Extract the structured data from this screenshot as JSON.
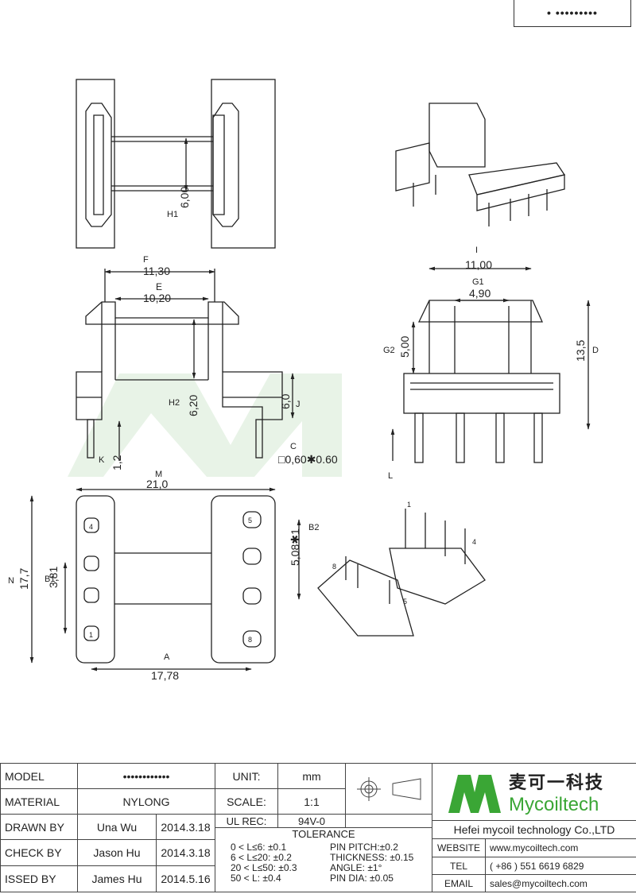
{
  "part_number": "• •••••••••",
  "drawing": {
    "dims": {
      "h1": "6,00",
      "h1_label": "H1",
      "f": "11,30",
      "f_label": "F",
      "e": "10,20",
      "e_label": "E",
      "h2": "6,20",
      "h2_label": "H2",
      "j": "6,0",
      "j_label": "J",
      "k": "1,2",
      "k_label": "K",
      "c": "□0,60✱0.60",
      "c_label": "C",
      "i": "11,00",
      "i_label": "I",
      "g1": "4,90",
      "g1_label": "G1",
      "g2": "5,00",
      "g2_label": "G2",
      "d": "13,5",
      "d_label": "D",
      "l_label": "L",
      "m": "21,0",
      "m_label": "M",
      "n": "17,7",
      "n_label": "N",
      "b1": "3,81",
      "b1_label": "B1",
      "b2": "5,08✱1",
      "b2_label": "B2",
      "a": "17,78",
      "a_label": "A"
    },
    "pins": [
      "4",
      "1",
      "5",
      "8"
    ],
    "iso_pins": [
      "1",
      "4",
      "8",
      "5"
    ]
  },
  "title_block": {
    "model_label": "MODEL",
    "model_value": "••••••••••••",
    "material_label": "MATERIAL",
    "material_value": "NYLONG",
    "drawn_label": "DRAWN BY",
    "drawn_name": "Una Wu",
    "drawn_date": "2014.3.18",
    "check_label": "CHECK BY",
    "check_name": "Jason Hu",
    "check_date": "2014.3.18",
    "issued_label": "ISSED BY",
    "issued_name": "James Hu",
    "issued_date": "2014.5.16",
    "unit_label": "UNIT:",
    "unit_value": "mm",
    "scale_label": "SCALE:",
    "scale_value": "1:1",
    "ulrec_label": "UL REC:",
    "ulrec_value": "94V-0",
    "tolerance_label": "TOLERANCE",
    "tol_lines": [
      "0 < L≤6:  ±0.1",
      "6 < L≤20:  ±0.2",
      "20 < L≤50:  ±0.3",
      "50 < L:  ±0.4"
    ],
    "tol_lines2": [
      "PIN PITCH:±0.2",
      "THICKNESS:  ±0.15",
      "ANGLE:  ±1°",
      "PIN DIA:  ±0.05"
    ],
    "logo_cn": "麦可一科技",
    "logo_en": "Mycoiltech",
    "company": "Hefei mycoil technology Co.,LTD",
    "website_label": "WEBSITE",
    "website": "www.mycoiltech.com",
    "tel_label": "TEL",
    "tel": "( +86 ) 551 6619 6829",
    "email_label": "EMAIL",
    "email": "sales@mycoiltech.com"
  },
  "colors": {
    "logo_green": "#3aa635",
    "watermark": "#e8f3e6"
  }
}
